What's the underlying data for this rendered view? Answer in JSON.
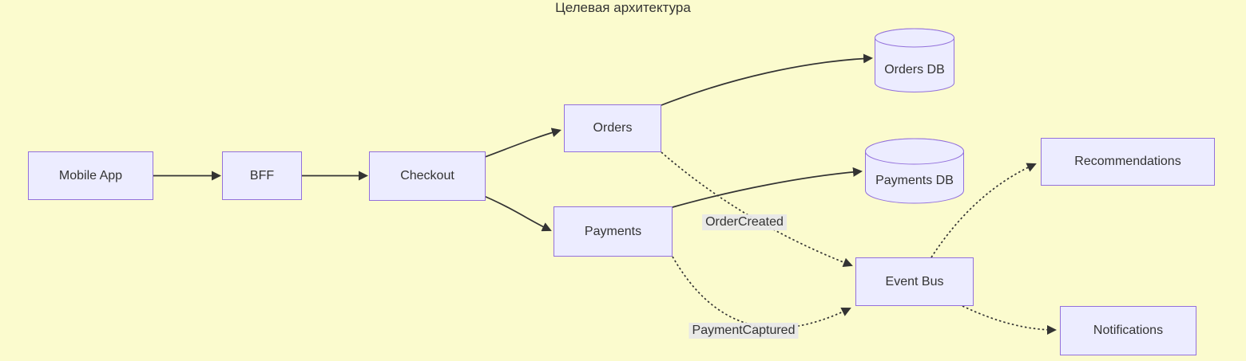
{
  "title": "Целевая архитектура",
  "colors": {
    "background": "#fbfbce",
    "node_fill": "#ECECFF",
    "node_border": "#9370DB",
    "edge": "#333333",
    "edge_label_background": "#e8e8e8",
    "text": "#333333"
  },
  "nodes": [
    {
      "id": "mobile-app",
      "label": "Mobile App",
      "shape": "rect"
    },
    {
      "id": "bff",
      "label": "BFF",
      "shape": "rect"
    },
    {
      "id": "checkout",
      "label": "Checkout",
      "shape": "rect"
    },
    {
      "id": "orders",
      "label": "Orders",
      "shape": "rect"
    },
    {
      "id": "payments",
      "label": "Payments",
      "shape": "rect"
    },
    {
      "id": "orders-db",
      "label": "Orders DB",
      "shape": "cylinder"
    },
    {
      "id": "payments-db",
      "label": "Payments DB",
      "shape": "cylinder"
    },
    {
      "id": "event-bus",
      "label": "Event Bus",
      "shape": "rect"
    },
    {
      "id": "recommendations",
      "label": "Recommendations",
      "shape": "rect"
    },
    {
      "id": "notifications",
      "label": "Notifications",
      "shape": "rect"
    }
  ],
  "edges": [
    {
      "from": "mobile-app",
      "to": "bff",
      "style": "solid",
      "label": ""
    },
    {
      "from": "bff",
      "to": "checkout",
      "style": "solid",
      "label": ""
    },
    {
      "from": "checkout",
      "to": "orders",
      "style": "solid",
      "label": ""
    },
    {
      "from": "checkout",
      "to": "payments",
      "style": "solid",
      "label": ""
    },
    {
      "from": "orders",
      "to": "orders-db",
      "style": "solid",
      "label": ""
    },
    {
      "from": "payments",
      "to": "payments-db",
      "style": "solid",
      "label": ""
    },
    {
      "from": "orders",
      "to": "event-bus",
      "style": "dotted",
      "label": "OrderCreated"
    },
    {
      "from": "payments",
      "to": "event-bus",
      "style": "dotted",
      "label": "PaymentCaptured"
    },
    {
      "from": "event-bus",
      "to": "recommendations",
      "style": "dotted",
      "label": ""
    },
    {
      "from": "event-bus",
      "to": "notifications",
      "style": "dotted",
      "label": ""
    }
  ]
}
